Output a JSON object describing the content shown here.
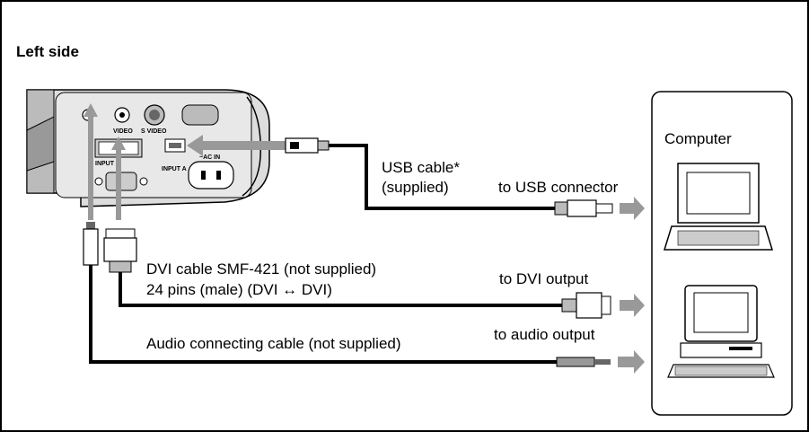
{
  "heading": "Left side",
  "computer_box": {
    "label": "Computer"
  },
  "cables": {
    "usb": {
      "name": "USB cable*",
      "note": "(supplied)",
      "destination": "to USB connector"
    },
    "dvi": {
      "name": "DVI cable SMF-421 (not supplied)",
      "pins": "24 pins (male) (DVI ↔ DVI)",
      "destination": "to DVI output"
    },
    "audio": {
      "name": "Audio connecting cable (not supplied)",
      "destination": "to audio output"
    }
  },
  "projector_panel": {
    "port_labels": [
      "VIDEO",
      "S VIDEO",
      "INPUT B",
      "INPUT A",
      "~AC IN"
    ]
  },
  "colors": {
    "cable": "#000000",
    "arrow": "#999999",
    "panel": "#cccccc",
    "border": "#000000"
  }
}
